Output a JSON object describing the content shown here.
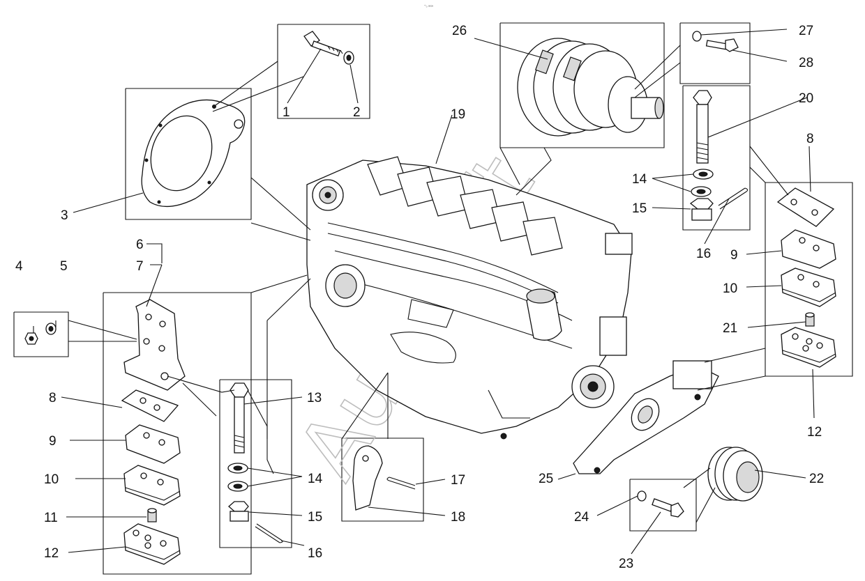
{
  "diagram": {
    "top_mark": "⁼ₒ ∞∞",
    "watermark": "AutoSoft",
    "callouts": {
      "c1": "1",
      "c2": "2",
      "c3": "3",
      "c4": "4",
      "c5": "5",
      "c6": "6",
      "c7": "7",
      "c8a": "8",
      "c8b": "8",
      "c9a": "9",
      "c9b": "9",
      "c10a": "10",
      "c10b": "10",
      "c11": "11",
      "c12a": "12",
      "c12b": "12",
      "c13": "13",
      "c14a": "14",
      "c14b": "14",
      "c15a": "15",
      "c15b": "15",
      "c16a": "16",
      "c16b": "16",
      "c17": "17",
      "c18": "18",
      "c19": "19",
      "c20": "20",
      "c21": "21",
      "c22": "22",
      "c23": "23",
      "c24": "24",
      "c25": "25",
      "c26": "26",
      "c27": "27",
      "c28": "28"
    }
  }
}
